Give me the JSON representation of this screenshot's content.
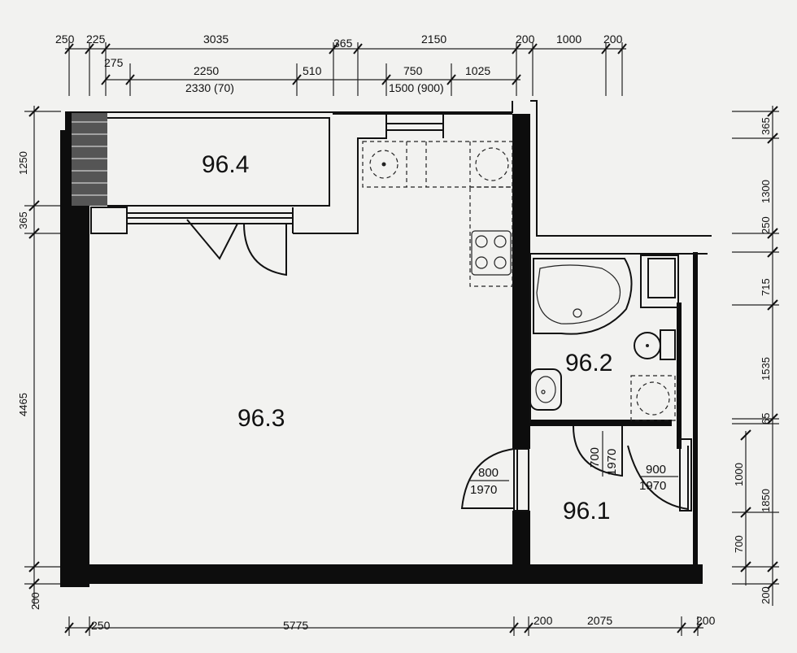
{
  "rooms": [
    {
      "id": "96.4"
    },
    {
      "id": "96.3"
    },
    {
      "id": "96.2"
    },
    {
      "id": "96.1"
    }
  ],
  "dims_top_row1": [
    "250",
    "225",
    "3035",
    "365",
    "2150",
    "200",
    "1000",
    "200"
  ],
  "dims_top_row2": [
    "275",
    "2250",
    "510",
    "750",
    "1025"
  ],
  "dims_top_row3": [
    "2330 (70)",
    "1500 (900)"
  ],
  "dims_left": [
    "1250",
    "365",
    "4465",
    "200"
  ],
  "dims_right": [
    "365",
    "1300",
    "250",
    "715",
    "1535",
    "65",
    "1850",
    "200"
  ],
  "dims_right_inner": [
    "1000",
    "700"
  ],
  "dims_bottom": [
    "250",
    "5775",
    "200",
    "2075",
    "200"
  ],
  "doors": [
    {
      "width": "800",
      "height": "1970"
    },
    {
      "width": "700",
      "height": "1970"
    },
    {
      "width": "900",
      "height": "1970"
    }
  ]
}
